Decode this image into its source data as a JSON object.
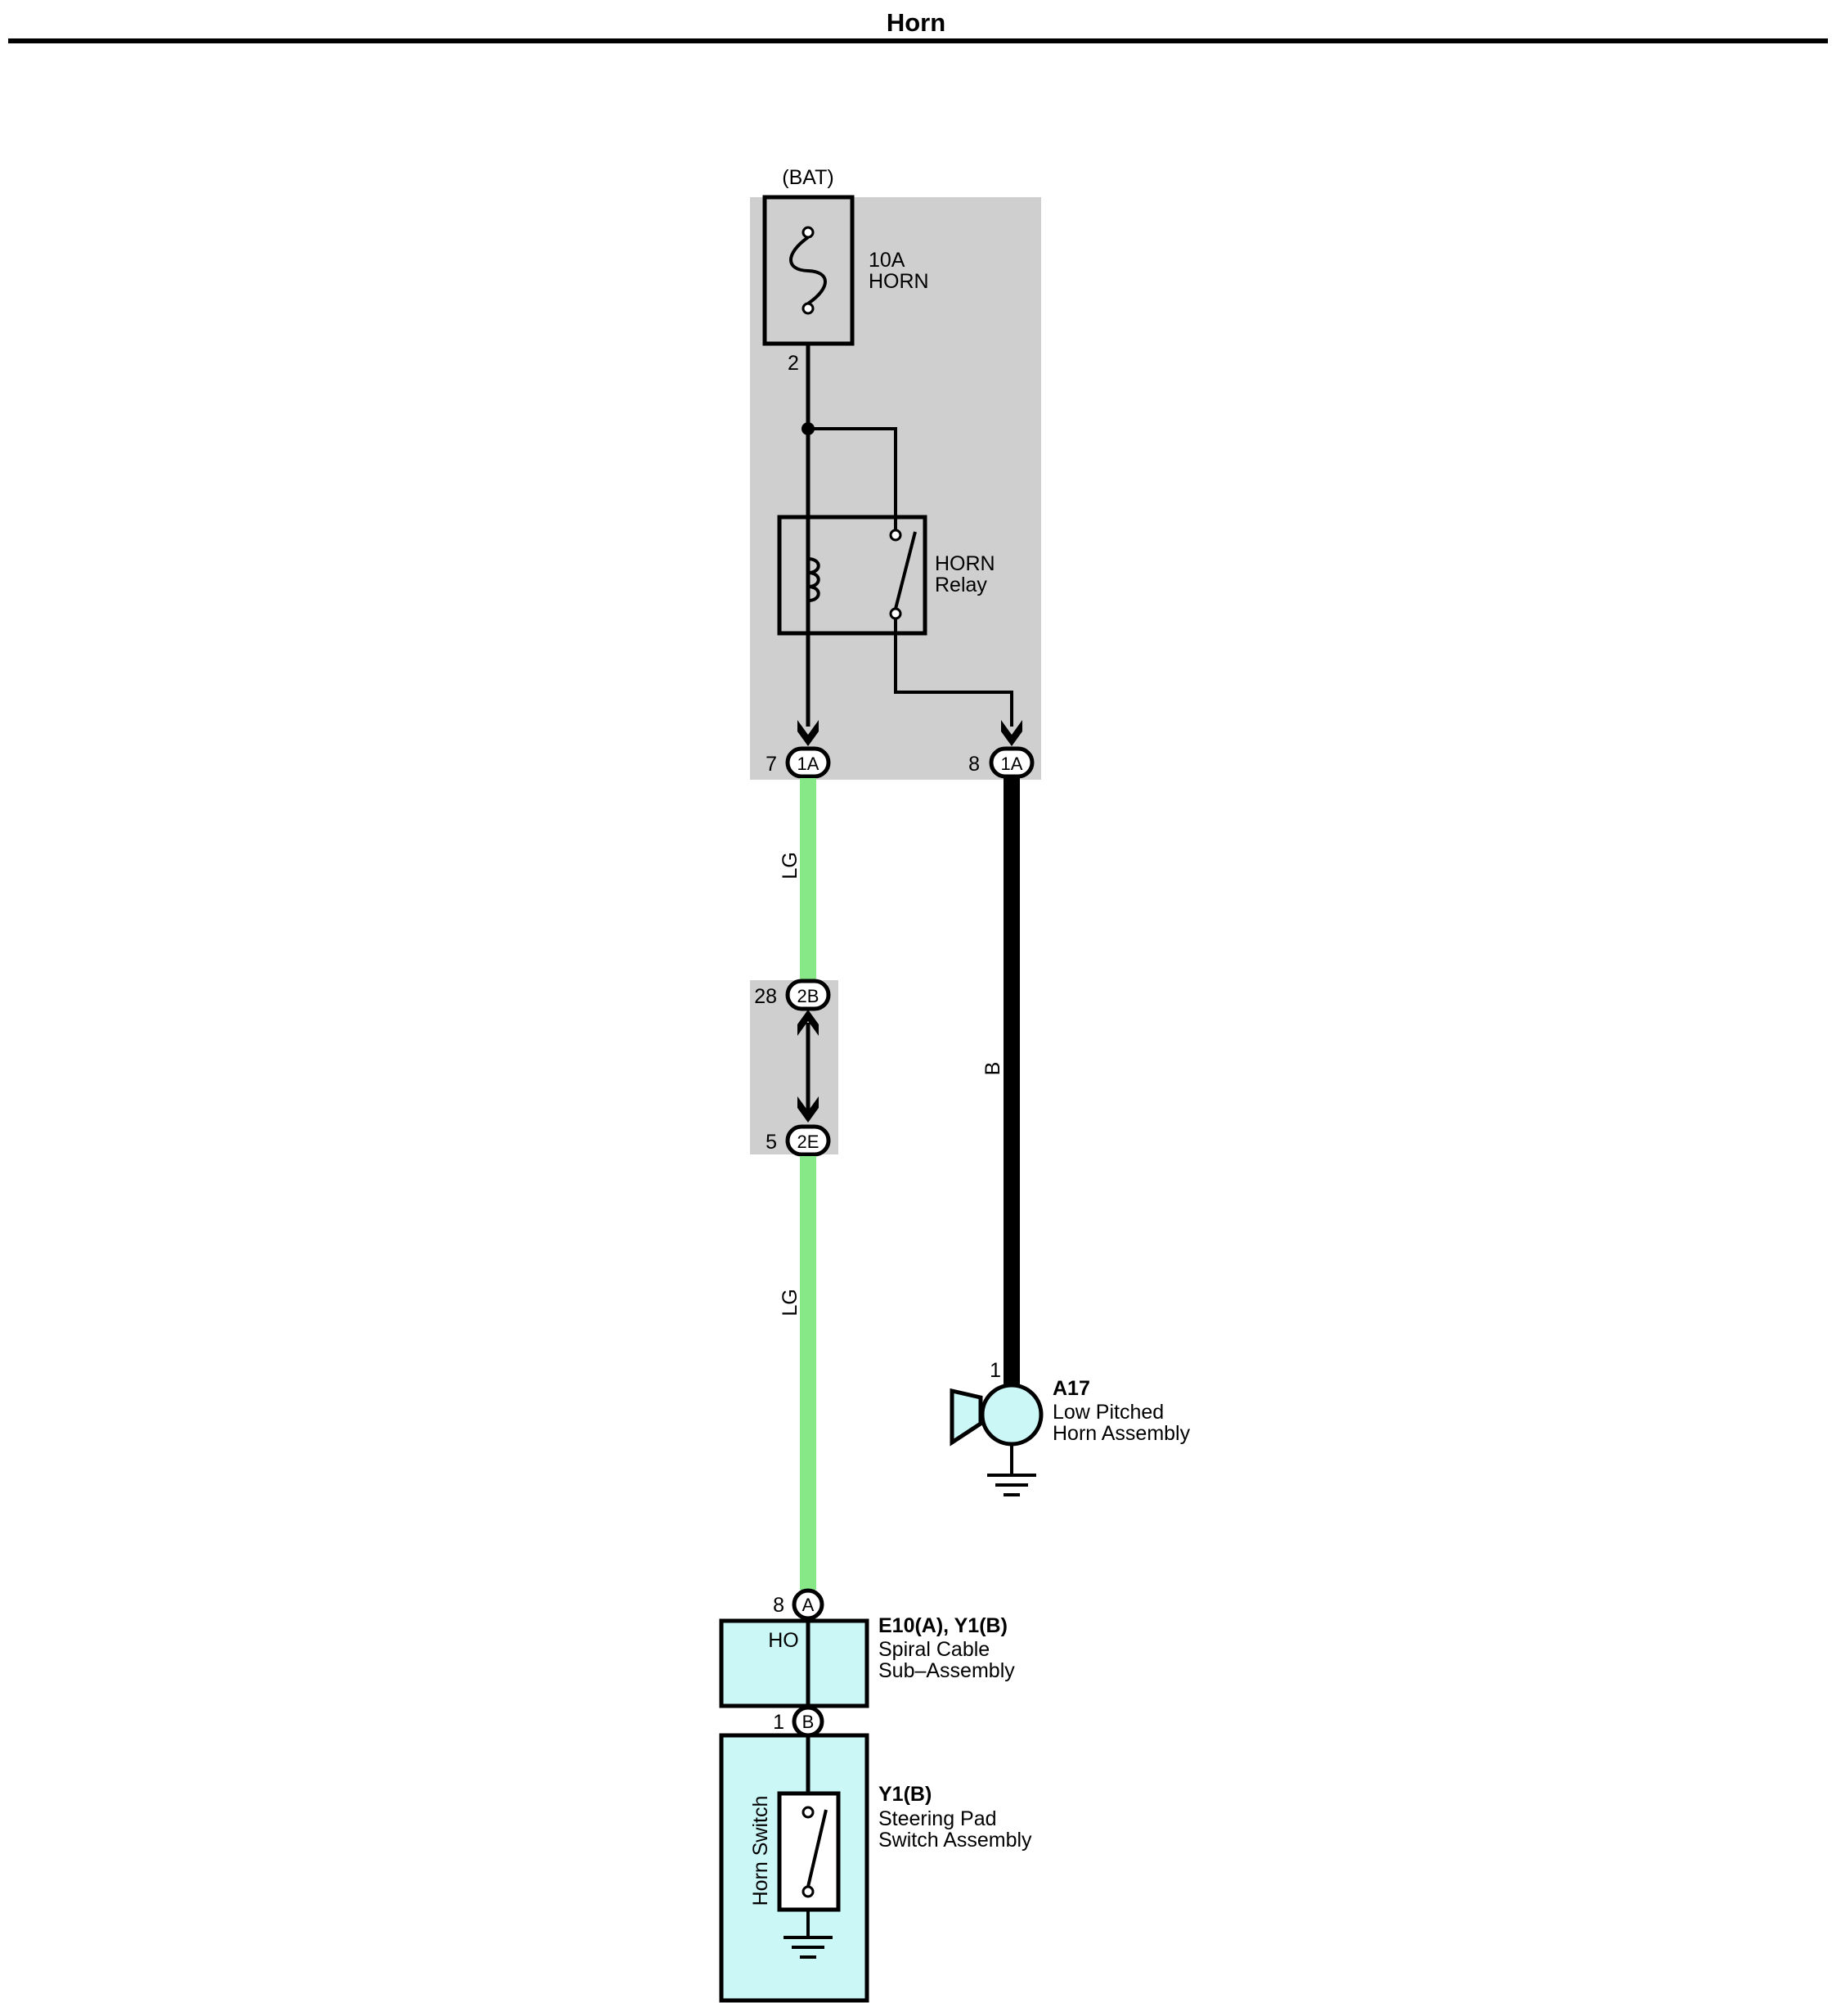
{
  "title": "Horn",
  "source": "(BAT)",
  "fuse": {
    "amp": "10A",
    "name": "HORN",
    "pin": "2"
  },
  "relay": {
    "name": "HORN",
    "type": "Relay"
  },
  "connectors": {
    "c1a_left": {
      "pin": "7",
      "id": "1A"
    },
    "c1a_right": {
      "pin": "8",
      "id": "1A"
    },
    "c2b": {
      "pin": "28",
      "id": "2B"
    },
    "c2e": {
      "pin": "5",
      "id": "2E"
    },
    "spiral_in": {
      "pin": "8",
      "id": "A"
    },
    "spiral_out": {
      "pin": "1",
      "id": "B"
    },
    "horn_pin": "1"
  },
  "wires": {
    "lg_upper": "LG",
    "lg_lower": "LG",
    "b": "B",
    "colors": {
      "lg": "#86e886",
      "b": "#000000",
      "junction_box": "#cfcfcf",
      "component": "#ccf7f7"
    }
  },
  "horn": {
    "code": "A17",
    "line1": "Low Pitched",
    "line2": "Horn Assembly"
  },
  "spiral": {
    "code": "E10(A), Y1(B)",
    "line1": "Spiral Cable",
    "line2": "Sub–Assembly",
    "terminal": "HO"
  },
  "steering": {
    "code": "Y1(B)",
    "line1": "Steering Pad",
    "line2": "Switch Assembly",
    "switch_label": "Horn Switch"
  }
}
